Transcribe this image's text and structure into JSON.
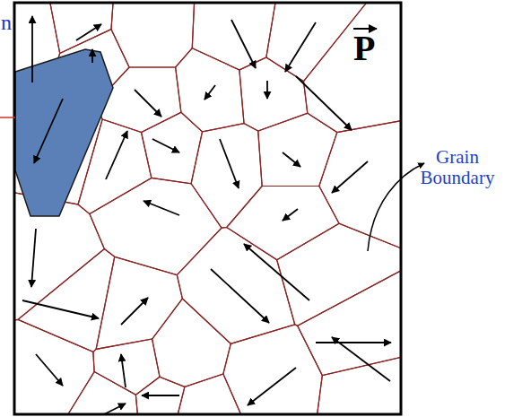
{
  "diagram": {
    "labels": [
      "n",
      "P",
      "Grain Boundary"
    ]
  }
}
